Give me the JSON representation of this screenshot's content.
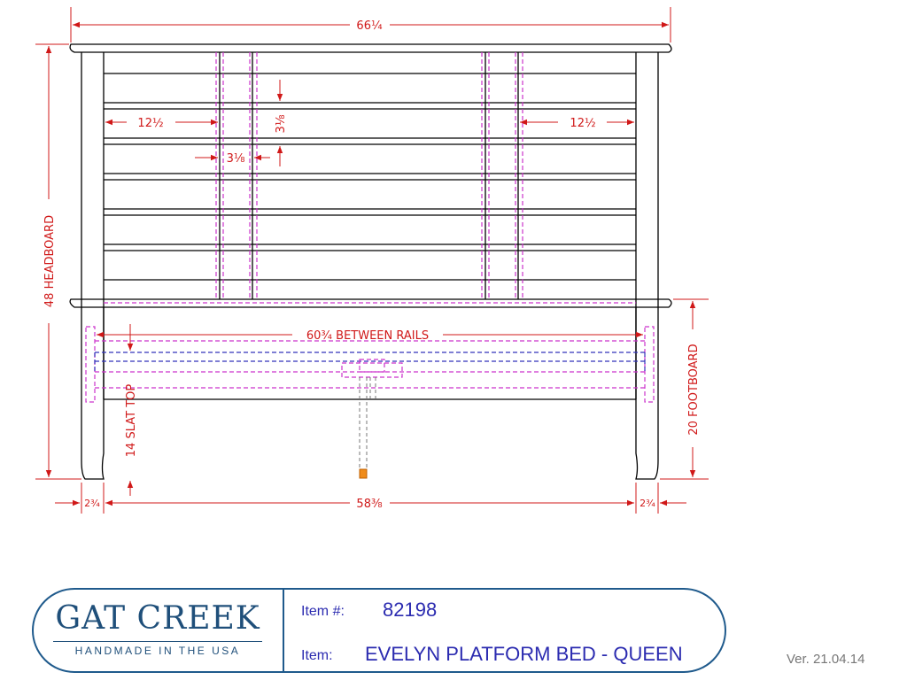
{
  "dimensions": {
    "overall_width": "66¼",
    "headboard_height": "48 HEADBOARD",
    "footboard_height": "20 FOOTBOARD",
    "slat_top": "14 SLAT TOP",
    "left_panel": "12½",
    "right_panel": "12½",
    "slat_spacing": "3⅛",
    "slat_gap": "3⅛",
    "between_rails": "60¾ BETWEEN RAILS",
    "inner_width": "58⅜",
    "left_post": "2¾",
    "right_post": "2¾"
  },
  "colors": {
    "dimension": "#d01818",
    "hidden_magenta": "#cc33cc",
    "hidden_blue": "#3333bb",
    "brand": "#1f4f7a"
  },
  "title_block": {
    "brand_name": "GAT CREEK",
    "tagline": "HANDMADE IN THE USA",
    "item_label": "Item #:",
    "item_number": "82198",
    "name_label": "Item:",
    "item_name": "EVELYN PLATFORM BED - QUEEN"
  },
  "version": "Ver. 21.04.14"
}
